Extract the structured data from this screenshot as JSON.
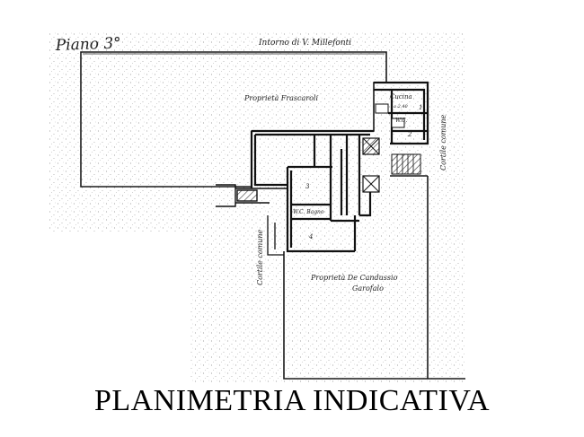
{
  "drawing": {
    "floor_label": "Piano 3°",
    "street_label": "Intorno di V. Millefonti",
    "property_north": "Proprietà Frascaroli",
    "property_south_line1": "Proprietà De Candussio",
    "property_south_line2": "Garofalo",
    "courtyard_east": "Cortile comune",
    "courtyard_west": "Cortile comune",
    "room_kitchen": "Cucina",
    "room_kitchen_dim": "a 2,40",
    "room_wc": "W.C.",
    "room_wc_bath": "W.C. Bagno",
    "room_1": "1",
    "room_2": "2",
    "room_3": "3",
    "room_4": "4"
  },
  "caption": "PLANIMETRIA INDICATIVA"
}
